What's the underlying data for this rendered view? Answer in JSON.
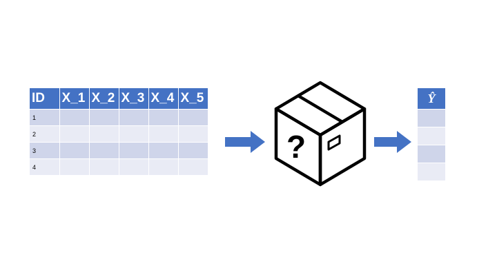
{
  "input_table": {
    "headers": [
      "ID",
      "X_1",
      "X_2",
      "X_3",
      "X_4",
      "X_5"
    ],
    "rows": [
      [
        "1",
        "",
        "",
        "",
        "",
        ""
      ],
      [
        "2",
        "",
        "",
        "",
        "",
        ""
      ],
      [
        "3",
        "",
        "",
        "",
        "",
        ""
      ],
      [
        "4",
        "",
        "",
        "",
        "",
        ""
      ]
    ]
  },
  "black_box": {
    "symbol": "?"
  },
  "output_column": {
    "header": "Ŷ",
    "rows": [
      "",
      "",
      "",
      ""
    ]
  },
  "colors": {
    "header_blue": "#4472c4",
    "row_dark": "#cfd5ea",
    "row_light": "#e9ebf5",
    "arrow_blue": "#4472c4"
  }
}
